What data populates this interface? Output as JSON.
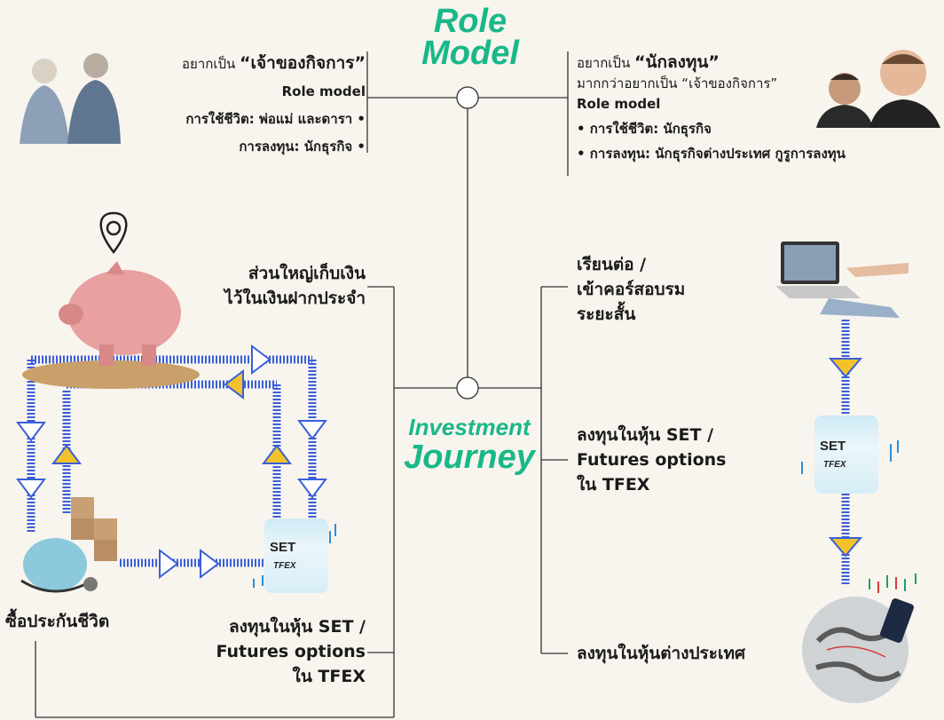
{
  "role_model_title": [
    "Role",
    "Model"
  ],
  "investment_journey_title": [
    "Investment",
    "Journey"
  ],
  "left_role": {
    "prefix": "อยากเป็น ",
    "highlight": "“เจ้าของกิจการ”",
    "heading": "Role model",
    "items": [
      "การใช้ชีวิต: พ่อแม่ และดารา •",
      "การลงทุน: นักธุรกิจ •"
    ]
  },
  "right_role": {
    "prefix": "อยากเป็น ",
    "highlight": "“นักลงทุน”",
    "sub": "มากกว่าอยากเป็น “เจ้าของกิจการ”",
    "heading": "Role model",
    "items": [
      "• การใช้ชีวิต: นักธุรกิจ",
      "• การลงทุน: นักธุรกิจต่างประเทศ กูรูการลงทุน"
    ]
  },
  "left_journey": {
    "savings": [
      "ส่วนใหญ่เก็บเงิน",
      "ไว้ในเงินฝากประจำ"
    ],
    "insurance": "ซื้อประกันชีวิต",
    "invest": [
      "ลงทุนในหุ้น SET /",
      "Futures options",
      "ใน TFEX"
    ]
  },
  "right_journey": {
    "study": [
      "เรียนต่อ /",
      "เข้าคอร์สอบรม",
      "ระยะสั้น"
    ],
    "invest": [
      "ลงทุนในหุ้น SET /",
      "Futures options",
      "ใน TFEX"
    ],
    "foreign": "ลงทุนในหุ้นต่างประเทศ"
  },
  "can_logo": {
    "set": "SET",
    "tfex": "TFEX"
  },
  "colors": {
    "accent": "#19b889",
    "flow": "#3a5fd8",
    "arrow_fill": "#f2c22a"
  }
}
